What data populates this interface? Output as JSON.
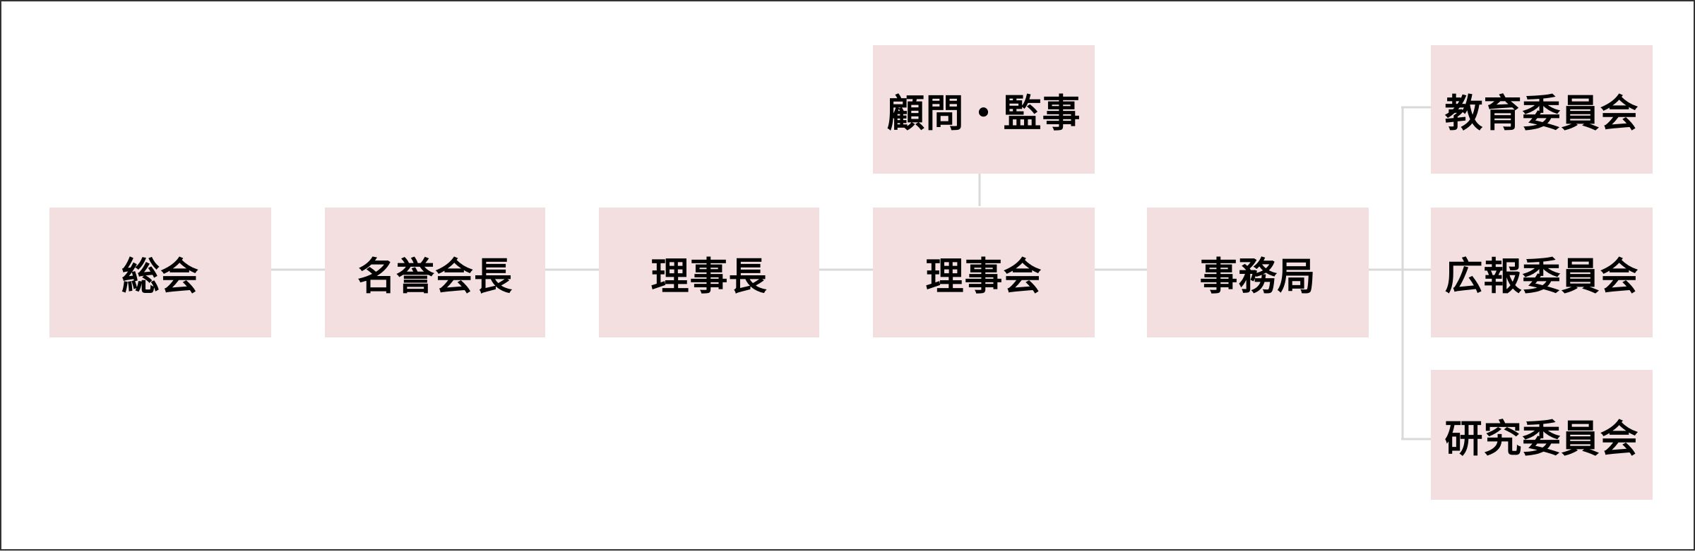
{
  "diagram": {
    "colors": {
      "node_fill": "#f3dfe0",
      "connector": "#d9d9d9",
      "frame_border": "#333333"
    },
    "nodes": {
      "general_assembly": "総会",
      "honorary_president": "名誉会長",
      "chairman": "理事長",
      "board": "理事会",
      "advisors": "顧問・監事",
      "secretariat": "事務局",
      "education_committee": "教育委員会",
      "pr_committee": "広報委員会",
      "research_committee": "研究委員会"
    }
  }
}
